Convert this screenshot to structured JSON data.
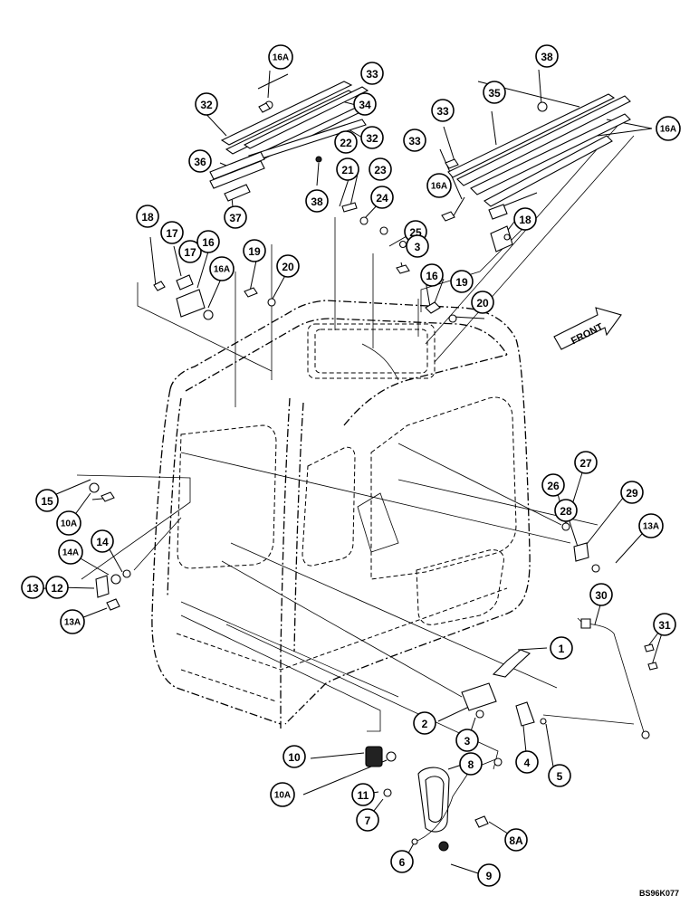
{
  "diagram": {
    "front_label": "FRONT",
    "code": "BS96K077",
    "callouts": [
      "16A",
      "33",
      "38",
      "32",
      "34",
      "33",
      "16A",
      "32",
      "35",
      "36",
      "22",
      "33",
      "21",
      "23",
      "24",
      "16A",
      "17",
      "37",
      "38",
      "18",
      "17",
      "16",
      "16A",
      "19",
      "20",
      "25",
      "3",
      "18",
      "16",
      "19",
      "20",
      "27",
      "26",
      "29",
      "15",
      "28",
      "13A",
      "10A",
      "14",
      "14A",
      "30",
      "31",
      "13",
      "12",
      "13A",
      "1",
      "2",
      "3",
      "4",
      "5",
      "10",
      "8",
      "10A",
      "11",
      "7",
      "8A",
      "6",
      "9"
    ]
  }
}
